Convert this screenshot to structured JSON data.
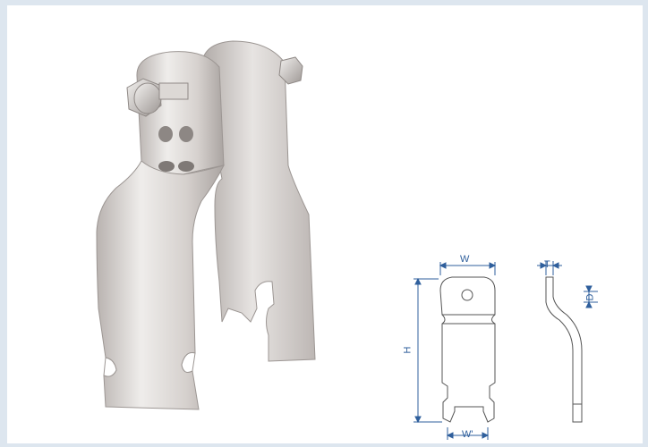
{
  "labels": {
    "w": "W",
    "w_prime": "W'",
    "h": "H",
    "t": "T",
    "d": "D"
  },
  "colors": {
    "background_frame": "#dde6ef",
    "dimension_blue": "#2f5f9c",
    "metal_light": "#e6e3e1",
    "metal_mid": "#c9c4c1",
    "metal_dark": "#a7a19e",
    "drawing_outline": "#555555"
  }
}
